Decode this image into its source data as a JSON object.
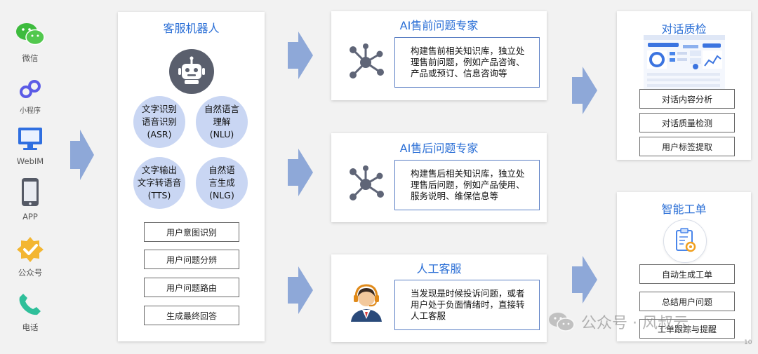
{
  "channels": [
    {
      "label": "微信",
      "icon": "wechat-icon"
    },
    {
      "label": "小程序",
      "icon": "miniprogram-icon"
    },
    {
      "label": "WebIM",
      "icon": "monitor-icon"
    },
    {
      "label": "APP",
      "icon": "phone-icon"
    },
    {
      "label": "公众号",
      "icon": "verified-badge-icon"
    },
    {
      "label": "电话",
      "icon": "telephone-icon"
    }
  ],
  "bot": {
    "title": "客服机器人",
    "icon": "robot-icon",
    "circles": [
      {
        "text": "文字识别\n语音识别\n(ASR)"
      },
      {
        "text": "自然语言\n理解\n(NLU)"
      },
      {
        "text": "文字输出\n文字转语音\n(TTS)"
      },
      {
        "text": "自然语\n言生成\n(NLG)"
      }
    ],
    "steps": [
      "用户意图识别",
      "用户问题分辨",
      "用户问题路由",
      "生成最终回答"
    ]
  },
  "experts": [
    {
      "title": "AI售前问题专家",
      "icon": "network-icon",
      "desc": "构建售前相关知识库，独立处理售前问题，例如产品咨询、产品或预订、信息咨询等"
    },
    {
      "title": "AI售后问题专家",
      "icon": "network-icon",
      "desc": "构建售后相关知识库，独立处理售后问题，例如产品使用、服务说明、维保信息等"
    },
    {
      "title": "人工客服",
      "icon": "agent-headset-icon",
      "desc": "当发现是时候投诉问题，或者用户处于负面情绪时，直接转人工客服"
    }
  ],
  "qa": {
    "title": "对话质检",
    "items": [
      "对话内容分析",
      "对话质量检测",
      "用户标签提取"
    ]
  },
  "ticket": {
    "title": "智能工单",
    "icon": "clipboard-gear-icon",
    "items": [
      "自动生成工单",
      "总结用户问题",
      "工单跟踪与提醒"
    ]
  },
  "watermark": "公众号 · 风叔云",
  "page_number": "10",
  "colors": {
    "accent": "#2b6fd6",
    "circle": "#c9d6f3",
    "arrow": "#8ea8d8",
    "icon_gray": "#5f6577"
  }
}
